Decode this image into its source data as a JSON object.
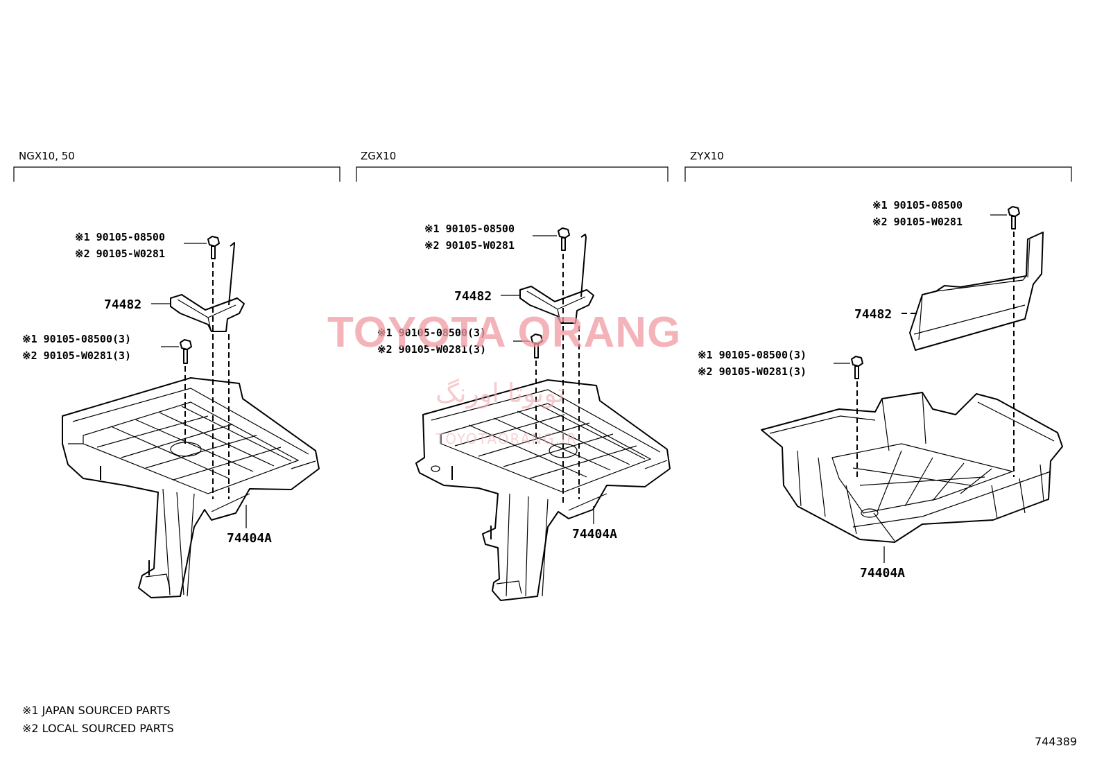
{
  "sections": [
    {
      "title": "NGX10, 50",
      "bolt_top": [
        "※1 90105-08500",
        "※2 90105-W0281"
      ],
      "bracket": "74482",
      "bolt_mid": [
        "※1 90105-08500(3)",
        "※2 90105-W0281(3)"
      ],
      "tray": "74404A"
    },
    {
      "title": "ZGX10",
      "bolt_top": [
        "※1 90105-08500",
        "※2 90105-W0281"
      ],
      "bracket": "74482",
      "bolt_mid": [
        "※1 90105-08500(3)",
        "※2 90105-W0281(3)"
      ],
      "tray": "74404A"
    },
    {
      "title": "ZYX10",
      "bolt_top": [
        "※1 90105-08500",
        "※2 90105-W0281"
      ],
      "bracket": "74482",
      "bolt_mid": [
        "※1 90105-08500(3)",
        "※2 90105-W0281(3)"
      ],
      "tray": "74404A"
    }
  ],
  "notes": [
    "※1  JAPAN SOURCED PARTS",
    "※2  LOCAL SOURCED PARTS"
  ],
  "figure_number": "744389",
  "watermark": {
    "text": "TOYOTA ORANG",
    "persian": "تویوتا اورنگ",
    "url": "TOYOTAORANG.IR"
  },
  "icons": {
    "bolt": "bolt-icon",
    "bracket": "battery-clamp-icon",
    "tray": "battery-tray-icon"
  }
}
